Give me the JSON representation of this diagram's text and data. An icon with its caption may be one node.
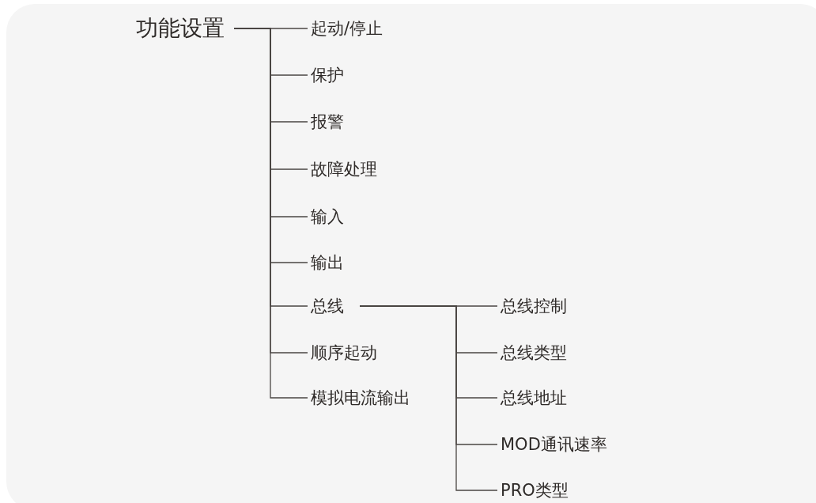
{
  "diagram": {
    "nodes": [
      {
        "text": [
          "功能设置"
        ]
      },
      {
        "text": [
          "起动/停止"
        ]
      },
      {
        "text": [
          "保护"
        ]
      },
      {
        "text": [
          "报警"
        ]
      },
      {
        "text": [
          "故障处理"
        ]
      },
      {
        "text": [
          "输入"
        ]
      },
      {
        "text": [
          "输出"
        ]
      },
      {
        "text": [
          "总线"
        ]
      },
      {
        "text": [
          "顺序起动"
        ]
      },
      {
        "text": [
          "模拟电流输出"
        ]
      },
      {
        "text": [
          "总线控制"
        ]
      },
      {
        "text": [
          "总线类型"
        ]
      },
      {
        "text": [
          "总线地址"
        ]
      },
      {
        "text": [
          "MOD通讯速率"
        ]
      },
      {
        "text": [
          "PRO类型"
        ]
      }
    ],
    "edges": [
      {
        "from": 0,
        "to": 1,
        "arrow": "none"
      },
      {
        "from": 0,
        "to": 2,
        "arrow": "none"
      },
      {
        "from": 0,
        "to": 3,
        "arrow": "none"
      },
      {
        "from": 0,
        "to": 4,
        "arrow": "none"
      },
      {
        "from": 0,
        "to": 5,
        "arrow": "none"
      },
      {
        "from": 0,
        "to": 6,
        "arrow": "none"
      },
      {
        "from": 0,
        "to": 7,
        "arrow": "none"
      },
      {
        "from": 0,
        "to": 8,
        "arrow": "none"
      },
      {
        "from": 0,
        "to": 9,
        "arrow": "none"
      },
      {
        "from": 7,
        "to": 10,
        "arrow": "none"
      },
      {
        "from": 7,
        "to": 11,
        "arrow": "none"
      },
      {
        "from": 7,
        "to": 12,
        "arrow": "none"
      },
      {
        "from": 7,
        "to": 13,
        "arrow": "none"
      },
      {
        "from": 7,
        "to": 14,
        "arrow": "none"
      }
    ]
  }
}
